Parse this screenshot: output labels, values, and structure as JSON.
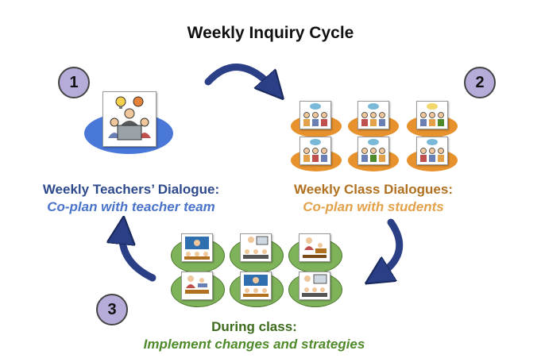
{
  "title": "Weekly Inquiry Cycle",
  "steps": [
    {
      "number": "1",
      "heading": "Weekly Teachers’ Dialogue:",
      "subheading": "Co-plan with teacher team",
      "icon": "teachers-meeting-icon",
      "heading_color": "#2e4a8c",
      "subheading_color": "#4a74c9",
      "ellipse_color": "#4a78d8"
    },
    {
      "number": "2",
      "heading": "Weekly Class Dialogues:",
      "subheading": "Co-plan with students",
      "icon": "student-group-discussion-icon",
      "heading_color": "#b0701f",
      "subheading_color": "#e3a14a",
      "ellipse_color": "#e8922e"
    },
    {
      "number": "3",
      "heading": "During class:",
      "subheading": "Implement changes and strategies",
      "icon": "classroom-teaching-icon",
      "heading_color": "#3d6b1d",
      "subheading_color": "#4f8a2a",
      "ellipse_color": "#7fb35a"
    }
  ],
  "arrow_color": "#2b3f86"
}
